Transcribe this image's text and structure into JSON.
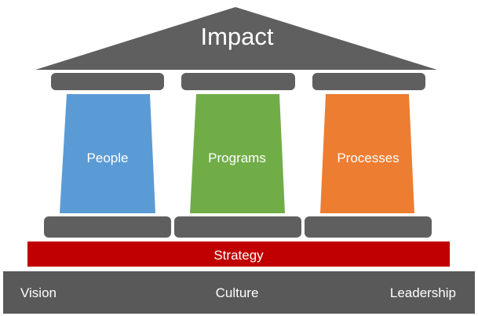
{
  "roof": {
    "label": "Impact"
  },
  "pillars": [
    {
      "label": "People",
      "color": "#5B9BD5"
    },
    {
      "label": "Programs",
      "color": "#70AD47"
    },
    {
      "label": "Processes",
      "color": "#ED7D31"
    }
  ],
  "strategy": {
    "label": "Strategy",
    "color": "#C00000"
  },
  "foundation": {
    "color": "#595959",
    "labels": [
      "Vision",
      "Culture",
      "Leadership"
    ]
  },
  "structure_color": "#5F5F5F"
}
